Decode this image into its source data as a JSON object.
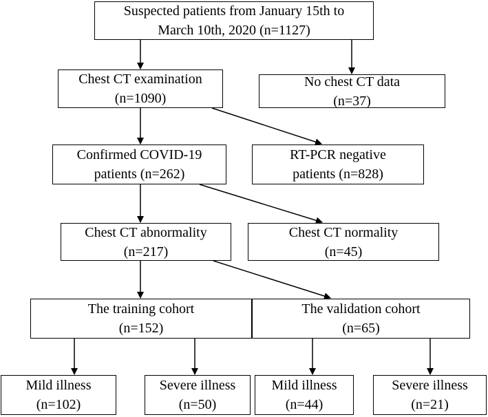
{
  "title": "",
  "nodes": {
    "suspected": {
      "line1": "Suspected patients from January 15th to",
      "line2": "March 10th, 2020 (n=1127)"
    },
    "chest_ct_exam": {
      "line1": "Chest CT examination",
      "line2": "(n=1090)"
    },
    "no_ct_data": {
      "line1": "No chest CT data",
      "line2": "(n=37)"
    },
    "confirmed": {
      "line1": "Confirmed COVID-19",
      "line2": "patients (n=262)"
    },
    "rtpcr_negative": {
      "line1": "RT-PCR negative",
      "line2": "patients (n=828)"
    },
    "ct_abnormality": {
      "line1": "Chest CT abnormality",
      "line2": "(n=217)"
    },
    "ct_normality": {
      "line1": "Chest CT normality",
      "line2": "(n=45)"
    },
    "training": {
      "line1": "The training cohort",
      "line2": "(n=152)"
    },
    "validation": {
      "line1": "The validation cohort",
      "line2": "(n=65)"
    },
    "train_mild": {
      "line1": "Mild illness",
      "line2": "(n=102)"
    },
    "train_severe": {
      "line1": "Severe illness",
      "line2": "(n=50)"
    },
    "val_mild": {
      "line1": "Mild illness",
      "line2": "(n=44)"
    },
    "val_severe": {
      "line1": "Severe illness",
      "line2": "(n=21)"
    }
  },
  "edges": [
    [
      "suspected",
      "chest_ct_exam"
    ],
    [
      "suspected",
      "no_ct_data"
    ],
    [
      "chest_ct_exam",
      "confirmed"
    ],
    [
      "chest_ct_exam",
      "rtpcr_negative"
    ],
    [
      "confirmed",
      "ct_abnormality"
    ],
    [
      "confirmed",
      "ct_normality"
    ],
    [
      "ct_abnormality",
      "training"
    ],
    [
      "ct_abnormality",
      "validation"
    ],
    [
      "training",
      "train_mild"
    ],
    [
      "training",
      "train_severe"
    ],
    [
      "validation",
      "val_mild"
    ],
    [
      "validation",
      "val_severe"
    ]
  ]
}
